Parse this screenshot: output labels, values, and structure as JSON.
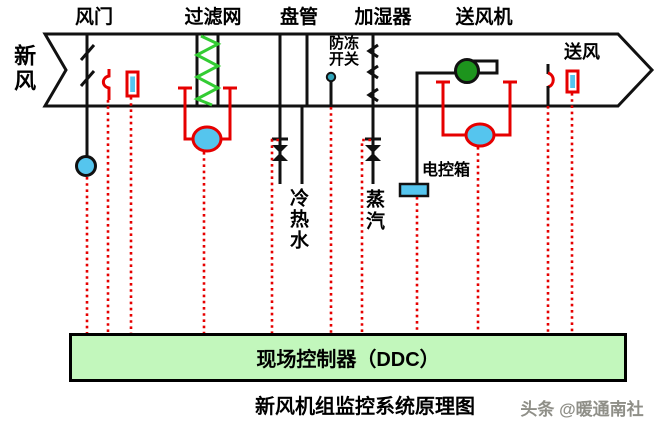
{
  "colors": {
    "red": "#e60000",
    "sensor-blue": "#55c5ee",
    "filter-green": "#33cc33",
    "fan-green": "#1d941d",
    "antifreeze-teal": "#2fa3b8",
    "ddc-green": "#c2f7bc",
    "watermark-gray": "#8f8f88",
    "line-black": "#111111"
  },
  "duct": {
    "fresh_air_label": "新风",
    "supply_air_label": "送风"
  },
  "sections": {
    "damper": "风门",
    "filter": "过滤网",
    "coil": "盘管",
    "humidifier": "加湿器",
    "supply_fan": "送风机"
  },
  "annotations": {
    "antifreeze_switch": "防冻\n开关",
    "chilled_hot_water": "冷热水",
    "steam": "蒸汽",
    "control_box": "电控箱"
  },
  "ddc": {
    "label": "现场控制器（DDC）"
  },
  "caption": "新风机组监控系统原理图",
  "watermark": "头条 @暖通南社"
}
